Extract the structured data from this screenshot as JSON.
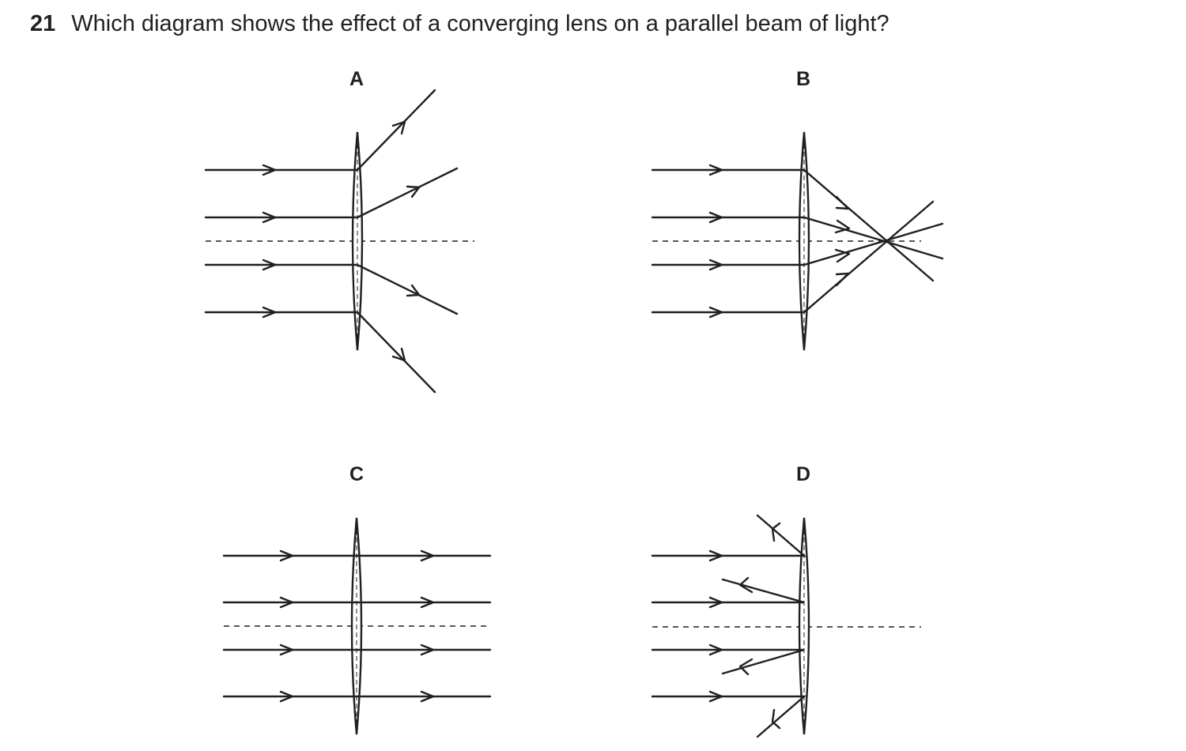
{
  "question": {
    "number": "21",
    "text": "Which diagram shows the effect of a converging lens on a parallel beam of light?"
  },
  "diagrams": [
    {
      "label": "A"
    },
    {
      "label": "B"
    },
    {
      "label": "C"
    },
    {
      "label": "D"
    }
  ]
}
